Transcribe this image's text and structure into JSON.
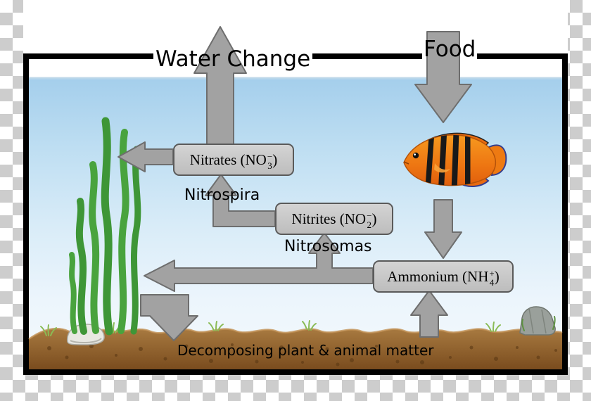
{
  "labels": {
    "water_change": "Water Change",
    "food": "Food",
    "nitrospira": "Nitrospira",
    "nitrosomas": "Nitrosomas",
    "decomposing": "Decomposing plant & animal matter"
  },
  "boxes": {
    "nitrates": {
      "prefix": "Nitrates (NO",
      "sup": "−",
      "sub": "3",
      "suffix": ")"
    },
    "nitrites": {
      "prefix": "Nitrites (NO",
      "sup": "−",
      "sub": "2",
      "suffix": ")"
    },
    "ammonium": {
      "prefix": "Ammonium (NH",
      "sup": "+",
      "sub": "4",
      "suffix": ")"
    }
  },
  "colors": {
    "arrow_fill": "#a2a2a2",
    "arrow_border": "#6e6e6e",
    "box_fill": "#c9c9c9",
    "box_border": "#5a5a5a",
    "tank_border": "#000000",
    "water_top": "#a5cfec",
    "water_bottom": "#f3f9fd",
    "substrate_top": "#a87a40",
    "substrate_bottom": "#7a4c1e",
    "plant_green": "#3e9637",
    "fish_orange": "#ee7612",
    "checker_gray": "#cdcdcd"
  }
}
